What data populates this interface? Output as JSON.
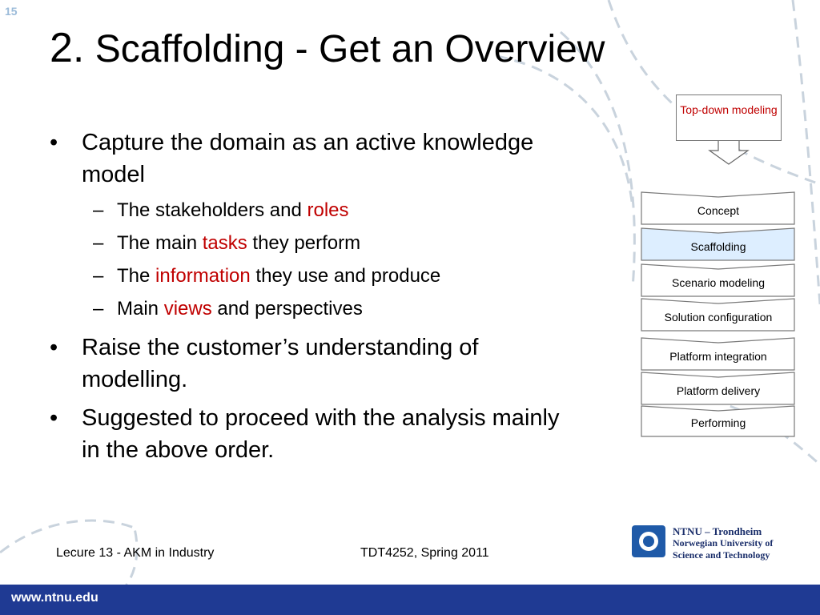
{
  "slide_number": "15",
  "title": {
    "number": "2.",
    "text": "Scaffolding - Get an Overview"
  },
  "bullets": [
    {
      "text": "Capture the domain as an active knowledge model",
      "sub": [
        {
          "before": "The stakeholders and ",
          "highlight": "roles",
          "after": ""
        },
        {
          "before": "The main ",
          "highlight": "tasks",
          "after": " they perform"
        },
        {
          "before": "The ",
          "highlight": "information",
          "after": " they use and produce"
        },
        {
          "before": "Main ",
          "highlight": "views",
          "after": " and perspectives"
        }
      ]
    },
    {
      "text": "Raise the customer’s understanding of modelling."
    },
    {
      "text": "Suggested to proceed with the analysis mainly in the above order."
    }
  ],
  "diagram": {
    "top_label": "Top-down modeling",
    "steps": [
      "Concept",
      "Scaffolding",
      "Scenario modeling",
      "Solution configuration",
      "Platform integration",
      "Platform delivery",
      "Performing"
    ],
    "active_step": "Scaffolding"
  },
  "footer": {
    "left": "Lecure 13 - AKM in Industry",
    "center": "TDT4252, Spring 2011"
  },
  "logo": {
    "line1": "NTNU – Trondheim",
    "line2": "Norwegian University of",
    "line3": "Science and Technology"
  },
  "bottom_bar": {
    "url": "www.ntnu.edu"
  },
  "colors": {
    "highlight": "#c00000",
    "bar": "#1f3a93",
    "active_step_fill": "#ddeeff"
  },
  "icons": [
    "ntnu-logo-icon"
  ]
}
